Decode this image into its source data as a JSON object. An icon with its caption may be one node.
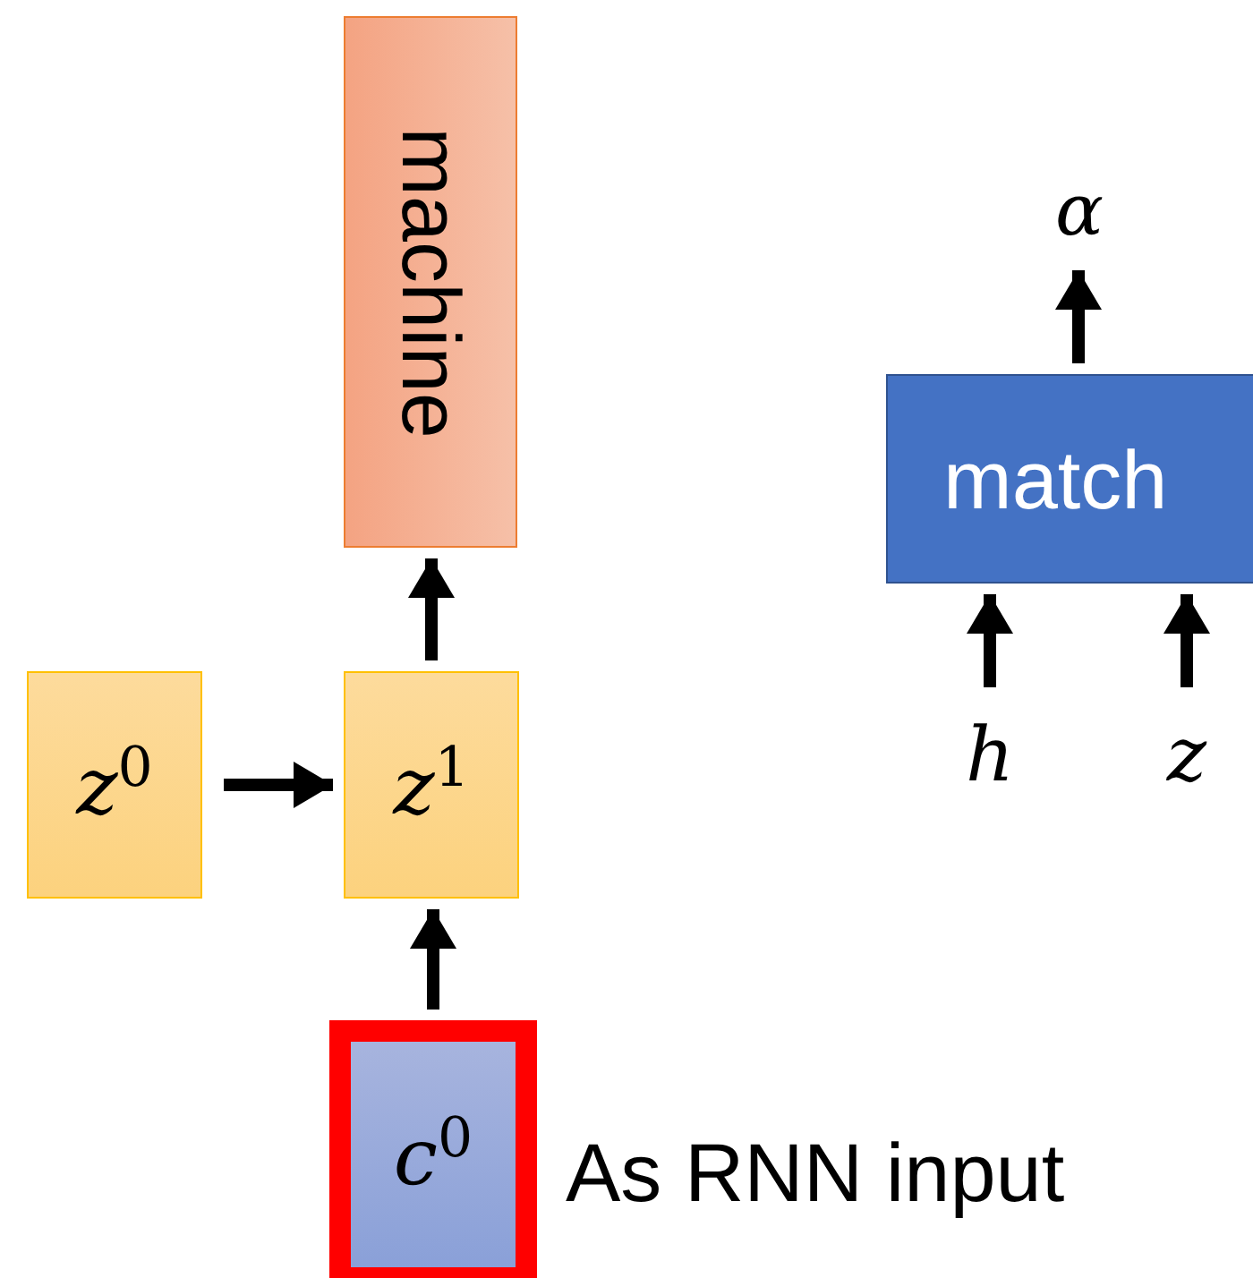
{
  "diagram": {
    "nodes": [
      {
        "text": [
          "machine"
        ]
      },
      {
        "text": [
          "*z*$^{0}$"
        ]
      },
      {
        "text": [
          "*z*$^{1}$"
        ]
      },
      {
        "text": [
          "*c*$^{0}$"
        ],
        "beside": [
          "As RNN input"
        ]
      },
      {
        "text": [
          "match"
        ]
      },
      {
        "text": [
          "α"
        ]
      },
      {
        "text": [
          "h"
        ]
      },
      {
        "text": [
          "z"
        ]
      }
    ],
    "edges": [
      {
        "from": 1,
        "to": 2,
        "arrow": "to"
      },
      {
        "from": 2,
        "to": 0,
        "arrow": "to"
      },
      {
        "from": 3,
        "to": 2,
        "arrow": "to"
      },
      {
        "from": 4,
        "to": 5,
        "arrow": "to"
      },
      {
        "from": 6,
        "to": 4,
        "arrow": "to"
      },
      {
        "from": 7,
        "to": 4,
        "arrow": "to"
      }
    ]
  }
}
